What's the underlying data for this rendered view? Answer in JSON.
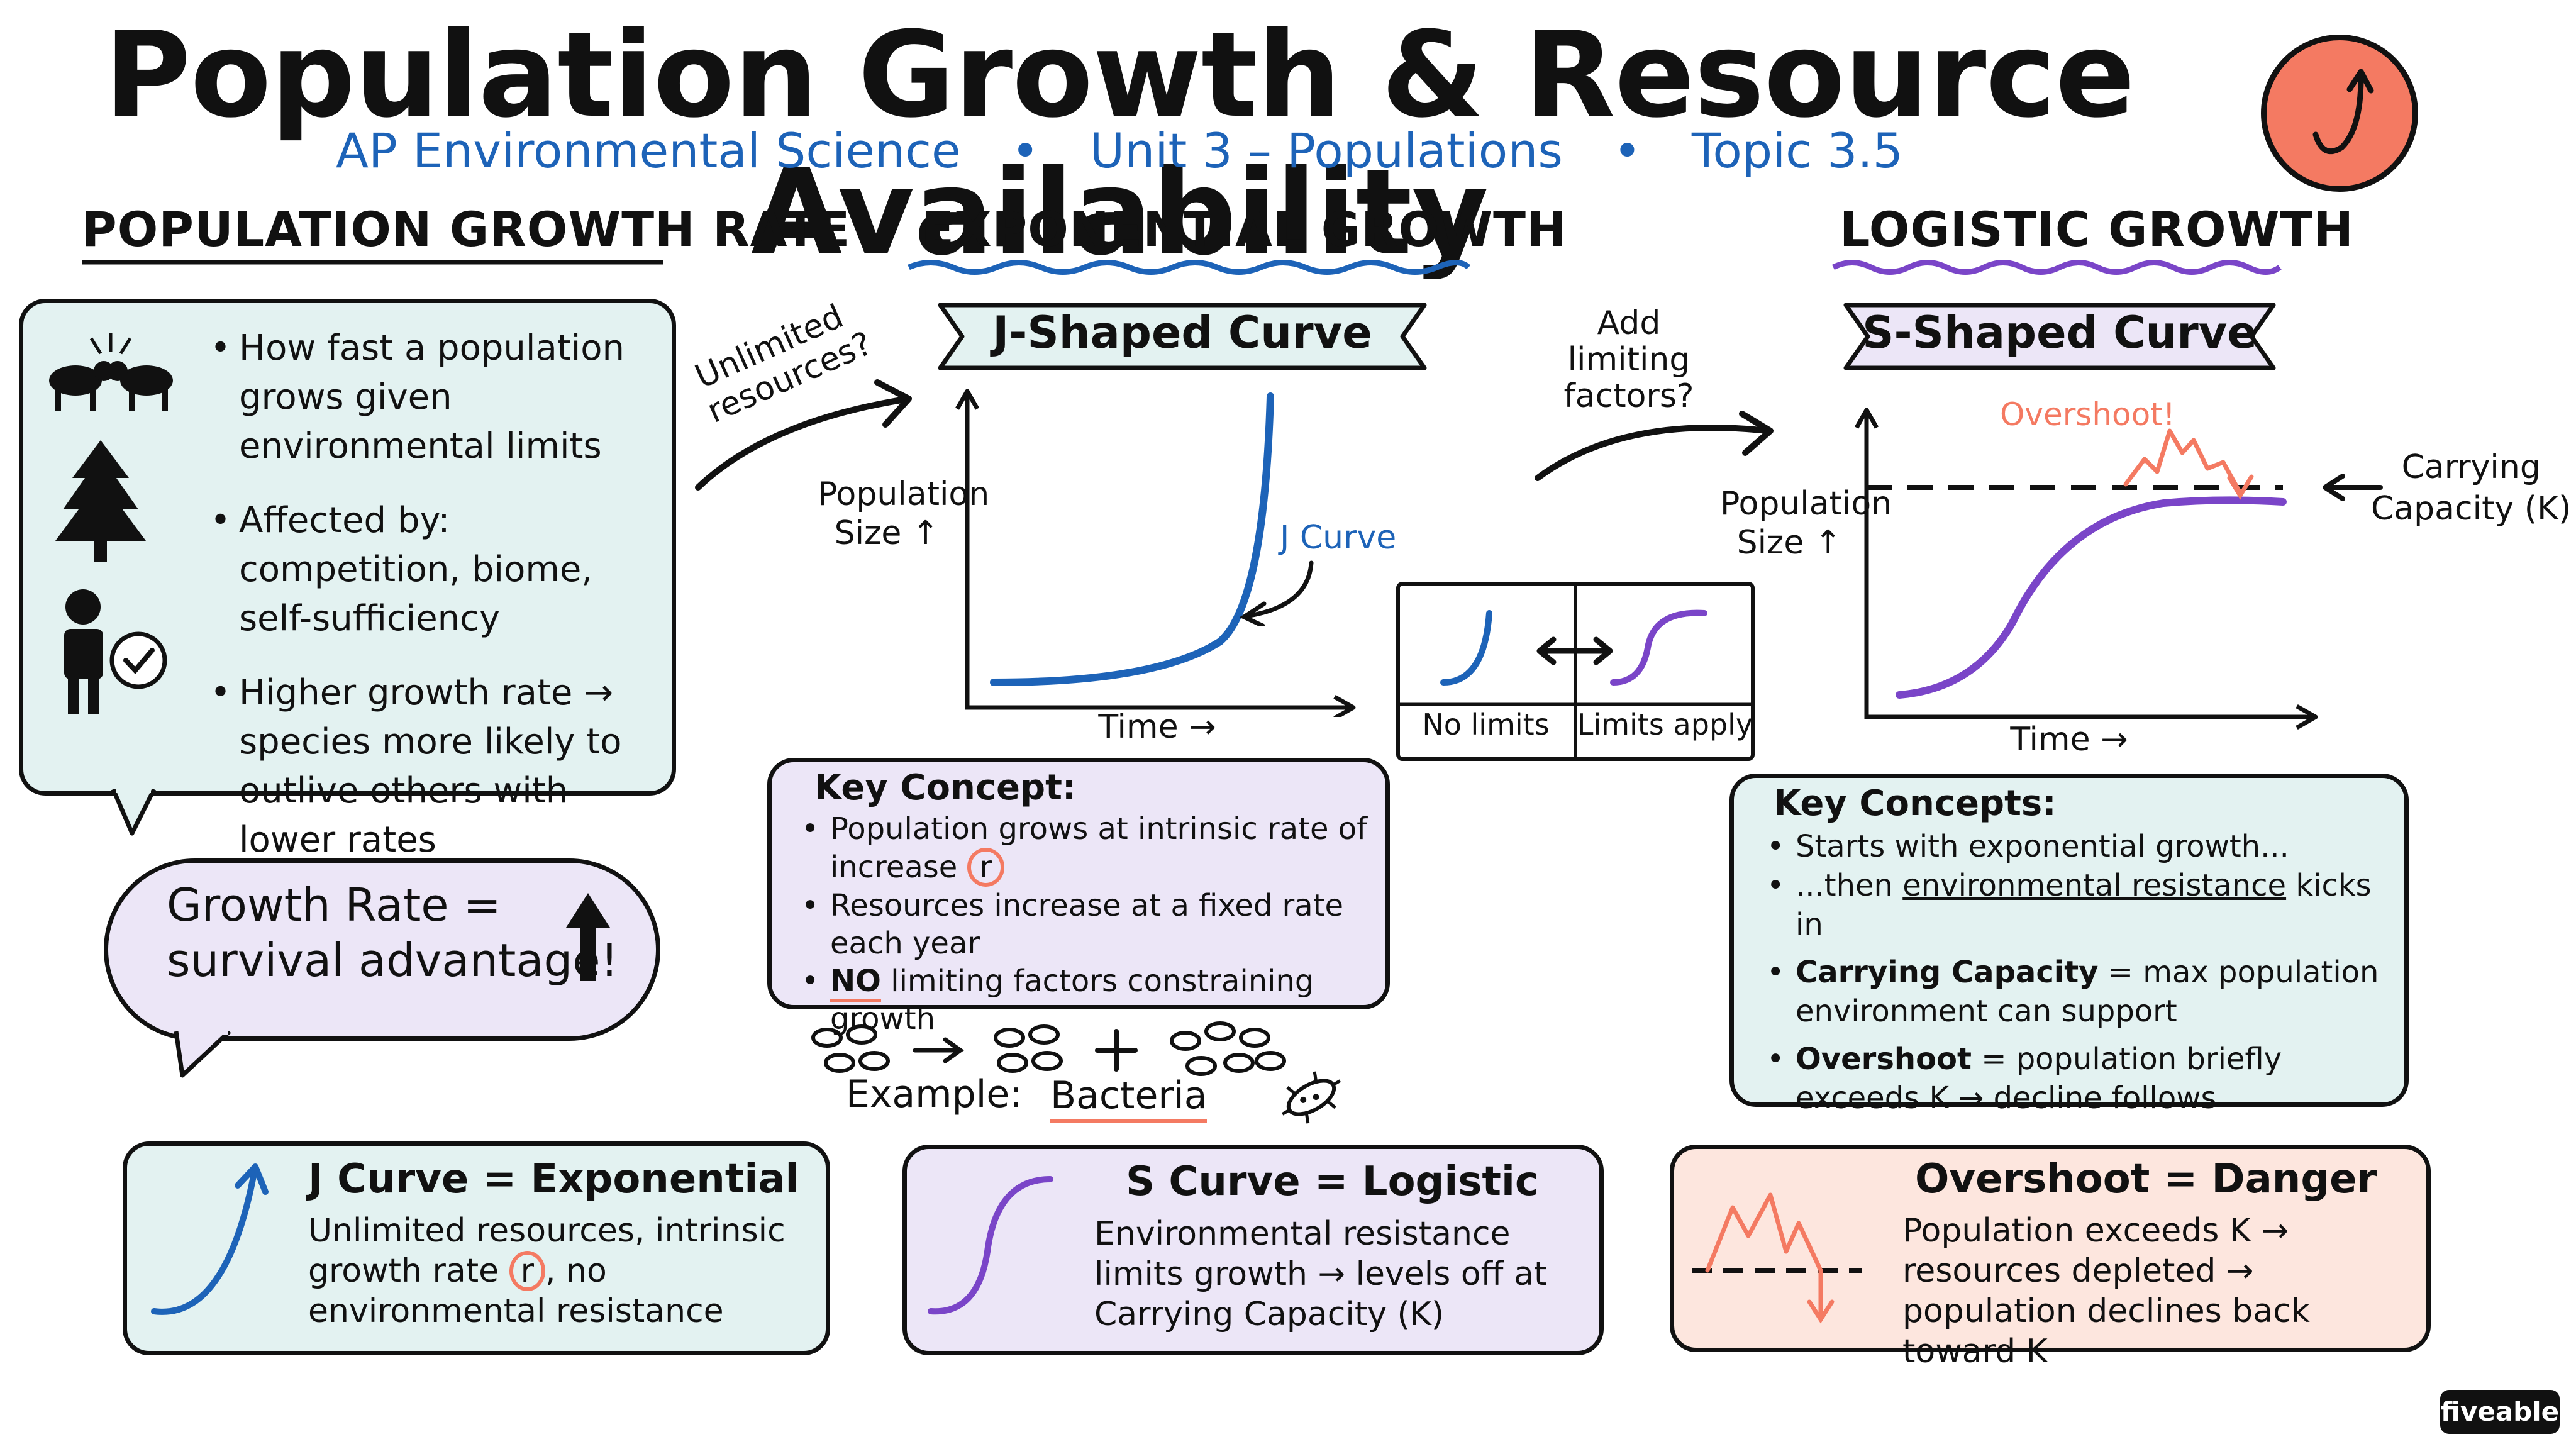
{
  "title": "Population Growth & Resource Availability",
  "subtitle": {
    "course": "AP Environmental Science",
    "unit": "Unit 3 – Populations",
    "topic": "Topic 3.5",
    "separator": "•"
  },
  "colors": {
    "blue": "#1d63b8",
    "purple": "#7a45c8",
    "coral": "#f47a62",
    "box_blue": "#e3f2f1",
    "box_purple": "#ece6f7",
    "box_peach": "#fde6de"
  },
  "left": {
    "heading": "POPULATION GROWTH RATE",
    "bullets": [
      {
        "icon": "fighting-animals-icon",
        "text": "How fast a population grows given environmental limits"
      },
      {
        "icon": "tree-icon",
        "text": "Affected by: competition, biome, self-sufficiency"
      },
      {
        "icon": "person-check-icon",
        "text": "Higher growth rate → species more likely to outlive others with lower rates"
      }
    ],
    "callout": {
      "line1": "Growth  Rate  =",
      "line2": "survival advantage!"
    }
  },
  "exponential": {
    "heading": "EXPONENTIAL GROWTH",
    "ribbon": "J-Shaped Curve",
    "arrow_question": "Unlimited resources?",
    "y_label_1": "Population",
    "y_label_2": "Size ↑",
    "x_label": "Time →",
    "curve_label": "J Curve",
    "key_concept": {
      "title": "Key Concept:",
      "bullets": [
        {
          "pre": "Population grows at intrinsic rate of increase",
          "r": "r"
        },
        {
          "pre": "Resources increase at a fixed rate each year"
        },
        {
          "bold": "NO",
          "pre": " limiting factors constraining growth"
        }
      ]
    },
    "example_label": "Example:",
    "example_value": "Bacteria"
  },
  "middle": {
    "arrow_question": "Add limiting factors?",
    "no_limits": "No limits",
    "limits_apply": "Limits apply"
  },
  "logistic": {
    "heading": "LOGISTIC GROWTH",
    "ribbon": "S-Shaped Curve",
    "y_label_1": "Population",
    "y_label_2": "Size ↑",
    "x_label": "Time →",
    "overshoot_label": "Overshoot!",
    "capacity_label_1": "Carrying",
    "capacity_label_2": "Capacity (K)",
    "key_concepts": {
      "title": "Key Concepts:",
      "b1": "Starts with exponential growth...",
      "b2_pre": "...then ",
      "b2_ul": "environmental resistance",
      "b2_post": " kicks in",
      "b3_bold": "Carrying Capacity",
      "b3_rest": " = max population environment can support",
      "b4_bold": "Overshoot",
      "b4_rest": " = population briefly exceeds K → decline follows"
    }
  },
  "bottom": {
    "j": {
      "title": "J Curve  =  Exponential",
      "desc_a": "Unlimited resources, intrinsic growth rate ",
      "desc_r": "r",
      "desc_b": ", no environmental resistance"
    },
    "s": {
      "title": "S Curve  =  Logistic",
      "desc": "Environmental resistance limits growth → levels off at Carrying Capacity (K)"
    },
    "o": {
      "title": "Overshoot  =  Danger",
      "desc": "Population exceeds K → resources depleted → population declines back toward K"
    }
  },
  "brand": "fiveable"
}
